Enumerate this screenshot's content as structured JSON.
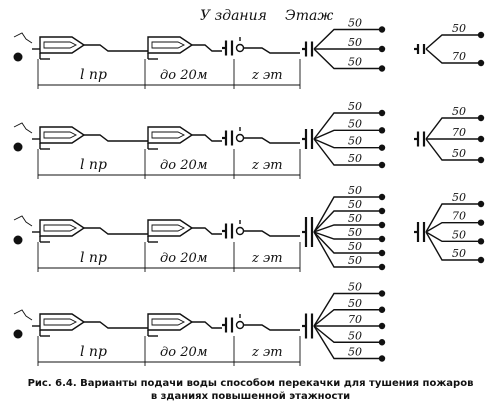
{
  "header": {
    "building_label": "У здания",
    "floor_label": "Этаж"
  },
  "dimensions": {
    "hose_line": "l пр",
    "to_20m": "до 20м",
    "floors": "z эт"
  },
  "variants": [
    {
      "outlets": [
        "50",
        "50",
        "50"
      ],
      "aux_outlets": [
        "50",
        "70"
      ]
    },
    {
      "outlets": [
        "50",
        "50",
        "50",
        "50"
      ],
      "aux_outlets": [
        "50",
        "70",
        "50"
      ]
    },
    {
      "outlets": [
        "50",
        "50",
        "50",
        "50",
        "50",
        "50"
      ],
      "aux_outlets": [
        "50",
        "70",
        "50",
        "50"
      ]
    },
    {
      "outlets": [
        "50",
        "50",
        "70",
        "50",
        "50"
      ],
      "aux_outlets": []
    }
  ],
  "caption": {
    "line1": "Рис. 6.4. Варианты подачи воды способом перекачки для тушения пожаров",
    "line2": "в зданиях повышенной этажности"
  }
}
